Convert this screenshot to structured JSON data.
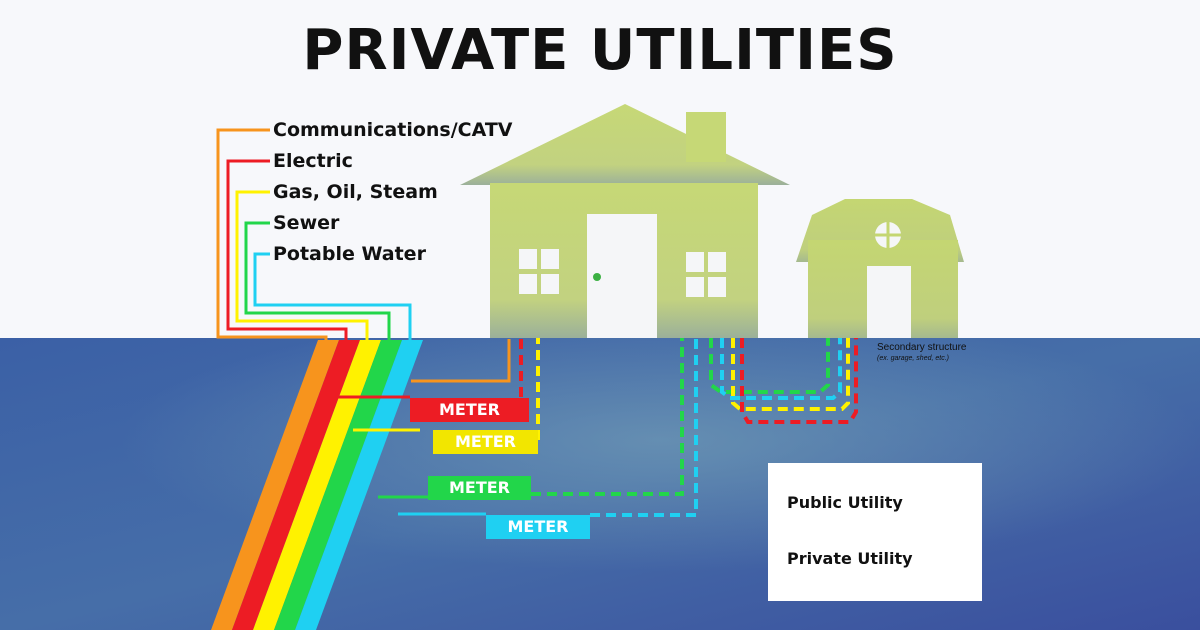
{
  "title": "PRIVATE UTILITIES",
  "utilities": [
    {
      "label": "Communications/CATV",
      "color": "#f7941d"
    },
    {
      "label": "Electric",
      "color": "#ed1c24"
    },
    {
      "label": "Gas, Oil, Steam",
      "color": "#fff200"
    },
    {
      "label": "Sewer",
      "color": "#22d64a"
    },
    {
      "label": "Potable Water",
      "color": "#1fd0f2"
    }
  ],
  "meters": [
    {
      "label": "METER",
      "color": "#ed1c24"
    },
    {
      "label": "METER",
      "color": "#fff200"
    },
    {
      "label": "METER",
      "color": "#22d64a"
    },
    {
      "label": "METER",
      "color": "#1fd0f2"
    }
  ],
  "secondary_structure": {
    "title": "Secondary structure",
    "subtitle": "(ex. garage, shed, etc.)"
  },
  "key": {
    "public_label": "Public Utility",
    "private_label": "Private Utility"
  },
  "colors": {
    "sky": "#f7f8fb",
    "ground": "#3a5ea8",
    "house": "#c5d67a",
    "door": "#f5f6f8",
    "door_knob": "#3cb043"
  },
  "icons": [
    "house-icon",
    "garage-icon"
  ]
}
